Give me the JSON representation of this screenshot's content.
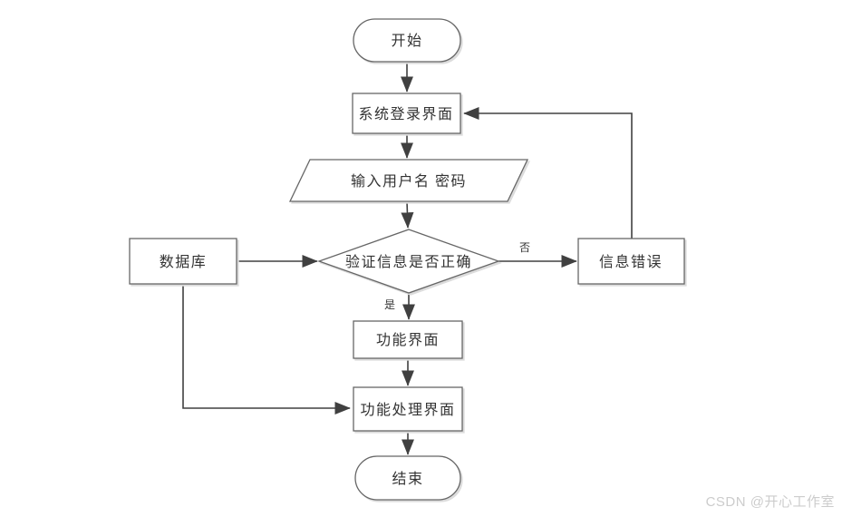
{
  "colors": {
    "page_background": "#ffffff",
    "shape_fill": "#ffffff",
    "shape_border": "#666666",
    "shape_shadow": "#dcdcdc",
    "arrow": "#404040",
    "text": "#333333",
    "watermark_color": "#cccccc"
  },
  "diagram": {
    "kind": "login-flowchart"
  },
  "nodes": {
    "start": {
      "label": "开始",
      "shape": "terminator"
    },
    "login": {
      "label": "系统登录界面",
      "shape": "process"
    },
    "input": {
      "label": "输入用户名 密码",
      "shape": "input-output"
    },
    "decision": {
      "label": "验证信息是否正确",
      "shape": "decision"
    },
    "database": {
      "label": "数据库",
      "shape": "process"
    },
    "error": {
      "label": "信息错误",
      "shape": "process"
    },
    "function": {
      "label": "功能界面",
      "shape": "process"
    },
    "handler": {
      "label": "功能处理界面",
      "shape": "process"
    },
    "end": {
      "label": "结束",
      "shape": "terminator"
    }
  },
  "edge_labels": {
    "no": "否",
    "yes": "是"
  },
  "watermark": {
    "text": "CSDN @开心工作室"
  }
}
